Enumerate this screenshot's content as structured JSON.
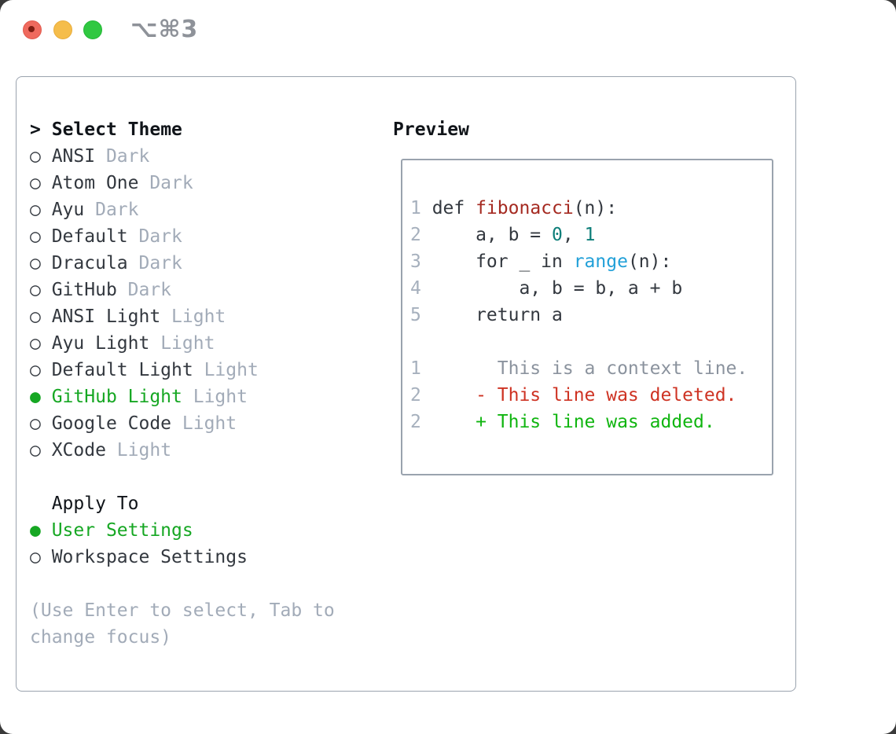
{
  "window": {
    "title": "⌥⌘3"
  },
  "markers": {
    "selected": "●",
    "unselected": "○"
  },
  "left": {
    "prompt": ">",
    "title": "Select Theme",
    "themes": [
      {
        "name": "ANSI",
        "variant": "Dark",
        "selected": false
      },
      {
        "name": "Atom One",
        "variant": "Dark",
        "selected": false
      },
      {
        "name": "Ayu",
        "variant": "Dark",
        "selected": false
      },
      {
        "name": "Default",
        "variant": "Dark",
        "selected": false
      },
      {
        "name": "Dracula",
        "variant": "Dark",
        "selected": false
      },
      {
        "name": "GitHub",
        "variant": "Dark",
        "selected": false
      },
      {
        "name": "ANSI Light",
        "variant": "Light",
        "selected": false
      },
      {
        "name": "Ayu Light",
        "variant": "Light",
        "selected": false
      },
      {
        "name": "Default Light",
        "variant": "Light",
        "selected": false
      },
      {
        "name": "GitHub Light",
        "variant": "Light",
        "selected": true
      },
      {
        "name": "Google Code",
        "variant": "Light",
        "selected": false
      },
      {
        "name": "XCode",
        "variant": "Light",
        "selected": false
      }
    ],
    "apply_to": {
      "header": "Apply To",
      "options": [
        {
          "label": "User Settings",
          "selected": true
        },
        {
          "label": "Workspace Settings",
          "selected": false
        }
      ]
    },
    "hint_lines": [
      "(Use Enter to select, Tab to",
      "change focus)"
    ]
  },
  "preview": {
    "label": "Preview",
    "lines": [
      {
        "num": "1",
        "segments": [
          {
            "t": "def ",
            "c": "plain"
          },
          {
            "t": "fibonacci",
            "c": "func"
          },
          {
            "t": "(n):",
            "c": "plain"
          }
        ]
      },
      {
        "num": "2",
        "segments": [
          {
            "t": "    a, b = ",
            "c": "plain"
          },
          {
            "t": "0",
            "c": "num"
          },
          {
            "t": ", ",
            "c": "plain"
          },
          {
            "t": "1",
            "c": "num"
          }
        ]
      },
      {
        "num": "3",
        "segments": [
          {
            "t": "    for _ in ",
            "c": "plain"
          },
          {
            "t": "range",
            "c": "builtin"
          },
          {
            "t": "(n):",
            "c": "plain"
          }
        ]
      },
      {
        "num": "4",
        "segments": [
          {
            "t": "        a, b = b, a + b",
            "c": "plain"
          }
        ]
      },
      {
        "num": "5",
        "segments": [
          {
            "t": "    return a",
            "c": "plain"
          }
        ]
      },
      {
        "num": "",
        "segments": []
      },
      {
        "num": "1",
        "segments": [
          {
            "t": "      This is a context line.",
            "c": "ctx"
          }
        ]
      },
      {
        "num": "2",
        "segments": [
          {
            "t": "    - This line was deleted.",
            "c": "del"
          }
        ]
      },
      {
        "num": "2",
        "segments": [
          {
            "t": "    + This line was added.",
            "c": "add"
          }
        ]
      }
    ]
  },
  "palette": {
    "c-dark": "#33383f",
    "c-header": "#101419",
    "c-muted": "#a2abb8",
    "c-green": "#16a723",
    "c-func": "#a52a21",
    "c-num": "#0d7e79",
    "c-builtin": "#22a0d8",
    "c-ctx": "#8b939e",
    "c-del": "#ce3323",
    "c-add": "#10b510",
    "c-ln": "#a6b0bd",
    "c-border": "#9aa3ae",
    "c-titlegray": "#8e9299",
    "tl-red": "#ef6a5e",
    "tl-red-dot": "#7f1d12",
    "tl-yellow": "#f5bd4b",
    "tl-green": "#30c841"
  }
}
